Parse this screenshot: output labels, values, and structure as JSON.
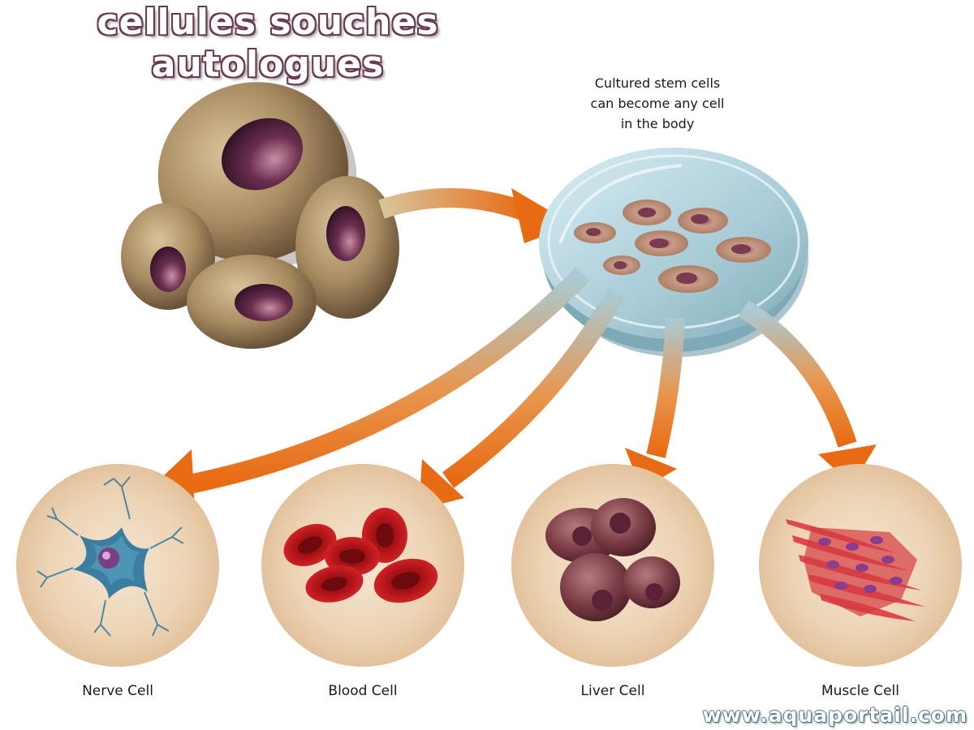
{
  "title": {
    "line1": "cellules souches",
    "line2": "autologues"
  },
  "dish_caption": {
    "line1": "Cultured stem cells",
    "line2": "can become any cell",
    "line3": "in the body"
  },
  "targets": [
    {
      "label": "Nerve Cell"
    },
    {
      "label": "Blood Cell"
    },
    {
      "label": "Liver Cell"
    },
    {
      "label": "Muscle Cell"
    }
  ],
  "watermark": "www.aquaportail.com",
  "colors": {
    "arrow": "#e86a12",
    "stem_cell": "#a88c62",
    "nucleus": "#4a2238",
    "dish": "#a8cbd6",
    "circle_bg": "#ebcfae",
    "nerve": "#3b7ea0",
    "blood": "#b01418",
    "liver": "#7a3c44",
    "muscle": "#e0484a"
  }
}
